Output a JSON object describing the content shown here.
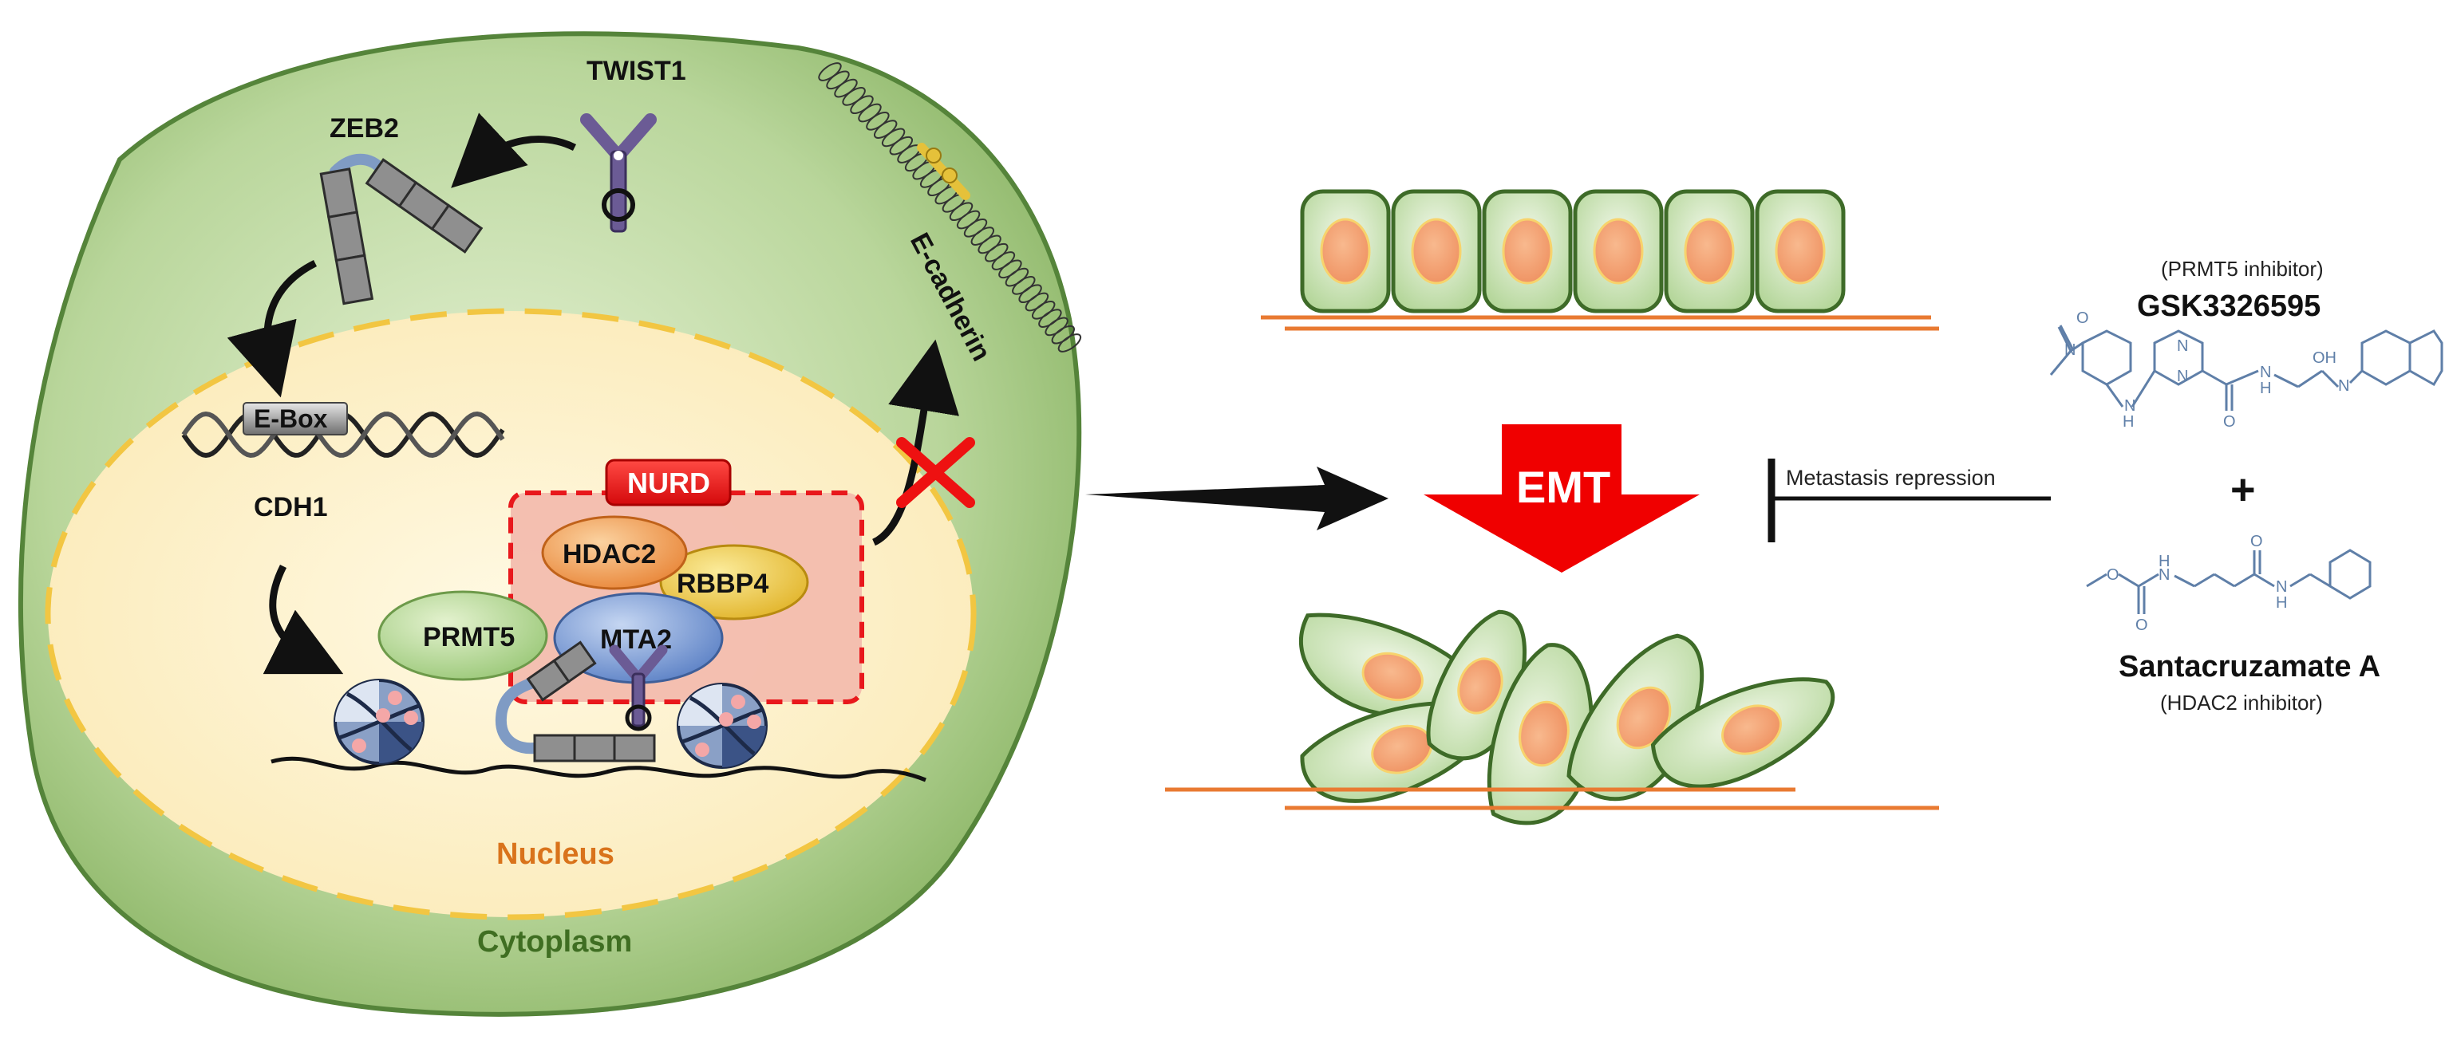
{
  "labels": {
    "twist1": "TWIST1",
    "zeb2": "ZEB2",
    "ecadherin": "E-cadherin",
    "ebox": "E-Box",
    "cdh1": "CDH1",
    "nurd": "NURD",
    "hdac2": "HDAC2",
    "rbbp4": "RBBP4",
    "prmt5": "PRMT5",
    "mta2": "MTA2",
    "nucleus": "Nucleus",
    "cytoplasm": "Cytoplasm",
    "emt": "EMT",
    "metastasis_repression": "Metastasis repression",
    "plus": "+"
  },
  "drugs": {
    "gsk": {
      "role": "(PRMT5 inhibitor)",
      "name": "GSK3326595",
      "oh": "OH"
    },
    "santa": {
      "name": "Santacruzamate A",
      "role": "(HDAC2 inhibitor)"
    },
    "atom_n": "N",
    "atom_h": "H",
    "atom_o": "O"
  },
  "colors": {
    "cell_fill": "#b8d49a",
    "cell_stroke": "#4d7a2e",
    "nucleus_fill": "#fdf1c4",
    "nucleus_dash": "#f2c642",
    "nucleus_text": "#d9731b",
    "cytoplasm_text": "#3f6e22",
    "nurd_red": "#e8181c",
    "nurd_box": "#f2b3a8",
    "emt_red": "#f00000",
    "basement": "#e97a32",
    "molecule_blue": "#5f7fa8"
  }
}
